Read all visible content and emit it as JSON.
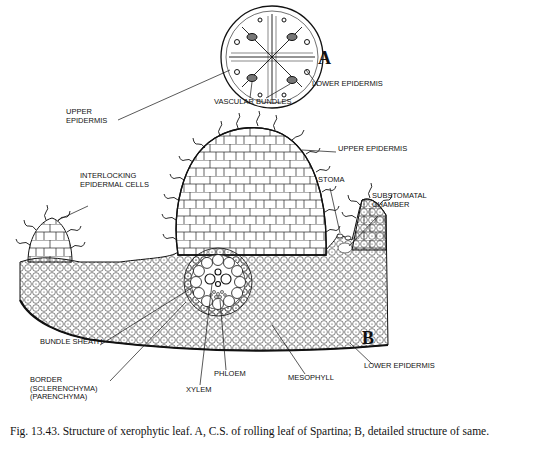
{
  "diagram": {
    "caption": "Fig. 13.43. Structure of xerophytic leaf. A, C.S. of rolling leaf of Spartina; B, detailed structure of same.",
    "labels": [
      "A",
      "LOWER EPIDERMIS",
      "VASCULAR BUNDLES",
      "UPPER EPIDERMIS",
      "UPPER EPIDERMIS",
      "INTERLOCKING EPIDERMAL CELLS",
      "STOMA",
      "SUBSTOMATAL CHAMBER",
      "BUNDLE SHEATH",
      "B",
      "LOWER EPIDERMIS",
      "PHLOEM",
      "MESOPHYLL",
      "BORDER (SCLERENCHYMA) (PARENCHYMA)",
      "XYLEM"
    ]
  }
}
